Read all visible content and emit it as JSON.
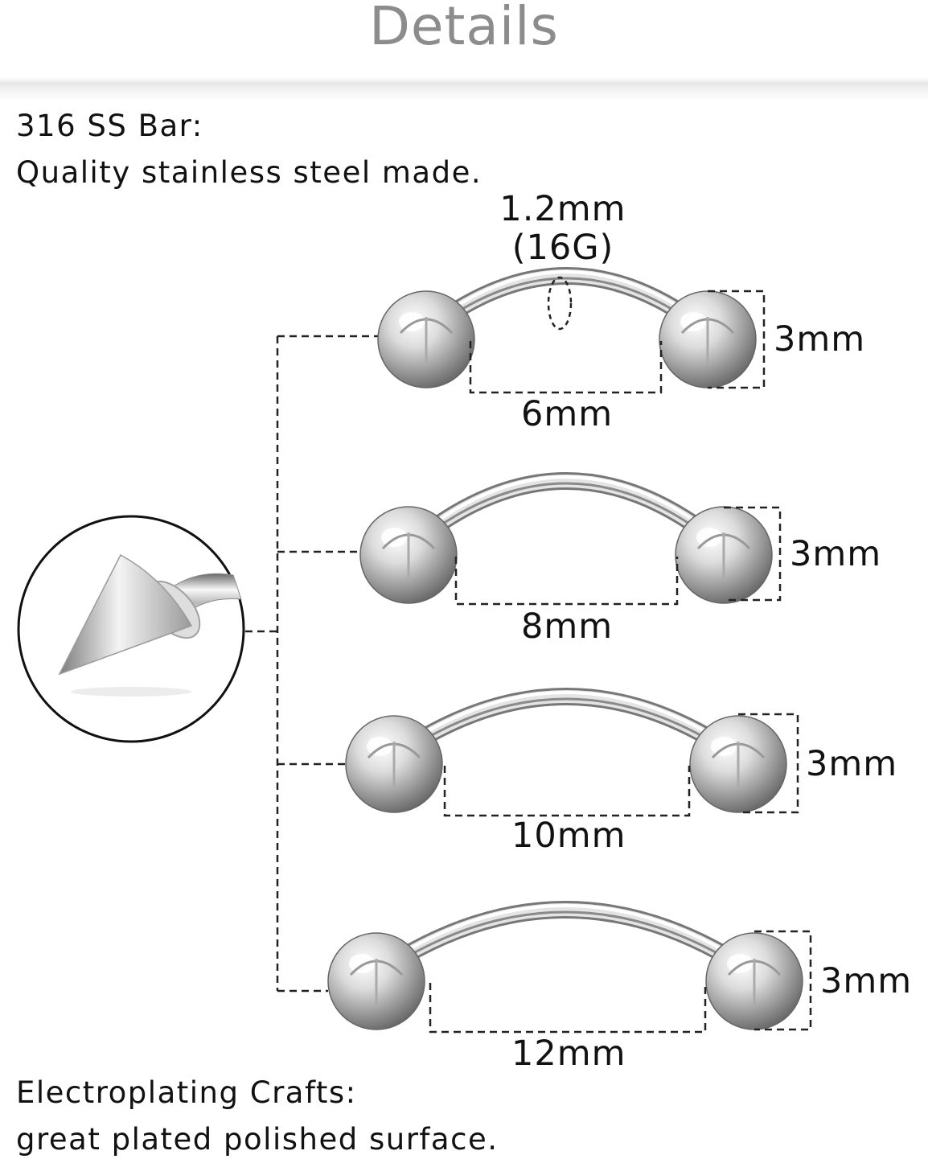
{
  "header": {
    "title": "Details"
  },
  "material": {
    "title": "316 SS Bar:",
    "description": "Quality stainless steel made."
  },
  "gauge": {
    "mm": "1.2mm",
    "g": "(16G)"
  },
  "sizes": [
    {
      "length": "6mm",
      "ball": "3mm"
    },
    {
      "length": "8mm",
      "ball": "3mm"
    },
    {
      "length": "10mm",
      "ball": "3mm"
    },
    {
      "length": "12mm",
      "ball": "3mm"
    }
  ],
  "crafts": {
    "title": "Electroplating Crafts:",
    "description": "great plated polished surface."
  },
  "colors": {
    "steel": "#c4c4c4",
    "title_gray": "#8c8c8c",
    "dashed": "#222222"
  }
}
